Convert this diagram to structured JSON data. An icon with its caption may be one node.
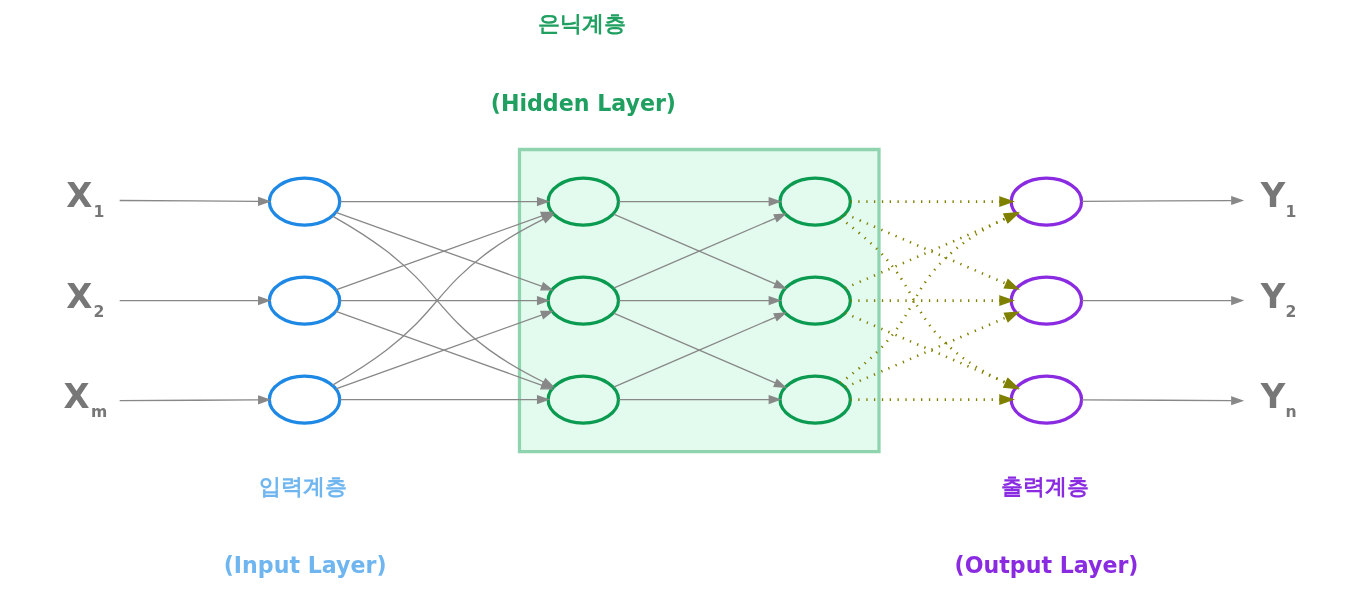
{
  "diagram": {
    "nodes": [
      {
        "text": [
          "X$_{1}$"
        ]
      },
      {
        "text": [
          "X$_{2}$"
        ]
      },
      {
        "text": [
          "X$_{m}$"
        ]
      },
      {
        "text": [],
        "shape": "circle"
      },
      {
        "text": [],
        "shape": "circle"
      },
      {
        "text": [],
        "shape": "circle"
      },
      {
        "text": [],
        "shape": "box"
      },
      {
        "text": [],
        "shape": "circle",
        "in": 6
      },
      {
        "text": [],
        "shape": "circle",
        "in": 6
      },
      {
        "text": [],
        "shape": "circle",
        "in": 6
      },
      {
        "text": [],
        "shape": "circle",
        "in": 6
      },
      {
        "text": [],
        "shape": "circle",
        "in": 6
      },
      {
        "text": [],
        "shape": "circle",
        "in": 6
      },
      {
        "text": [],
        "shape": "circle"
      },
      {
        "text": [],
        "shape": "circle"
      },
      {
        "text": [],
        "shape": "circle"
      },
      {
        "text": [
          "Y$_{1}$"
        ]
      },
      {
        "text": [
          "Y$_{2}$"
        ]
      },
      {
        "text": [
          "Y$_{n}$"
        ]
      }
    ],
    "edges": [
      {
        "from": 0,
        "to": 3,
        "arrow": "to"
      },
      {
        "from": 1,
        "to": 4,
        "arrow": "to"
      },
      {
        "from": 2,
        "to": 5,
        "arrow": "to"
      },
      {
        "from": 3,
        "to": 7,
        "arrow": "to"
      },
      {
        "from": 3,
        "to": 8,
        "arrow": "to"
      },
      {
        "from": 3,
        "to": 9,
        "arrow": "to"
      },
      {
        "from": 4,
        "to": 7,
        "arrow": "to"
      },
      {
        "from": 4,
        "to": 8,
        "arrow": "to"
      },
      {
        "from": 4,
        "to": 9,
        "arrow": "to"
      },
      {
        "from": 5,
        "to": 7,
        "arrow": "to"
      },
      {
        "from": 5,
        "to": 8,
        "arrow": "to"
      },
      {
        "from": 5,
        "to": 9,
        "arrow": "to"
      },
      {
        "from": 7,
        "to": 10,
        "arrow": "to"
      },
      {
        "from": 7,
        "to": 11,
        "arrow": "to"
      },
      {
        "from": 8,
        "to": 10,
        "arrow": "to"
      },
      {
        "from": 8,
        "to": 11,
        "arrow": "to"
      },
      {
        "from": 8,
        "to": 12,
        "arrow": "to"
      },
      {
        "from": 9,
        "to": 11,
        "arrow": "to"
      },
      {
        "from": 9,
        "to": 12,
        "arrow": "to"
      },
      {
        "from": 10,
        "to": 13,
        "arrow": "to",
        "style": "dashed",
        "color": "#808000"
      },
      {
        "from": 10,
        "to": 14,
        "arrow": "to",
        "style": "dashed",
        "color": "#808000"
      },
      {
        "from": 10,
        "to": 15,
        "arrow": "to",
        "style": "dashed",
        "color": "#808000"
      },
      {
        "from": 11,
        "to": 13,
        "arrow": "to",
        "style": "dashed",
        "color": "#808000"
      },
      {
        "from": 11,
        "to": 14,
        "arrow": "to",
        "style": "dashed",
        "color": "#808000"
      },
      {
        "from": 11,
        "to": 15,
        "arrow": "to",
        "style": "dashed",
        "color": "#808000"
      },
      {
        "from": 12,
        "to": 13,
        "arrow": "to",
        "style": "dashed",
        "color": "#808000"
      },
      {
        "from": 12,
        "to": 14,
        "arrow": "to",
        "style": "dashed",
        "color": "#808000"
      },
      {
        "from": 12,
        "to": 15,
        "arrow": "to",
        "style": "dashed",
        "color": "#808000"
      },
      {
        "from": 13,
        "to": 16,
        "arrow": "to"
      },
      {
        "from": 14,
        "to": 17,
        "arrow": "to"
      },
      {
        "from": 15,
        "to": 18,
        "arrow": "to"
      }
    ],
    "labels": [
      "입력계층",
      "(Input Layer)",
      "은닉계층",
      "(Hidden Layer)",
      "출력계층",
      "(Output Layer)"
    ]
  }
}
